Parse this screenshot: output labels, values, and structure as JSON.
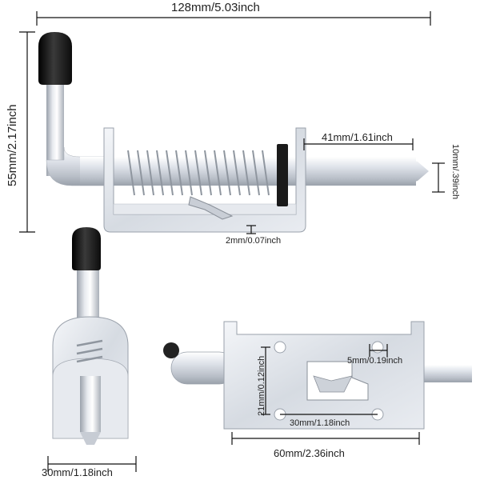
{
  "dimensions": {
    "overall_length": "128mm/5.03inch",
    "overall_height": "55mm/2.17inch",
    "pin_travel": "41mm/1.61inch",
    "pin_diameter": "10mm/.39inch",
    "plate_thickness": "2mm/0.07inch",
    "bracket_width": "30mm/1.18inch",
    "base_length": "60mm/2.36inch",
    "hole_diameter": "5mm/0.19inch",
    "hole_spacing_vertical": "21mm/0.12inch",
    "hole_spacing_horizontal": "30mm/1.18inch"
  },
  "colors": {
    "background": "#ffffff",
    "metal_light": "#eef0f4",
    "metal_mid": "#c7ccd4",
    "metal_dark": "#8a9099",
    "cap": "#111111",
    "dimension_line": "#111111"
  }
}
